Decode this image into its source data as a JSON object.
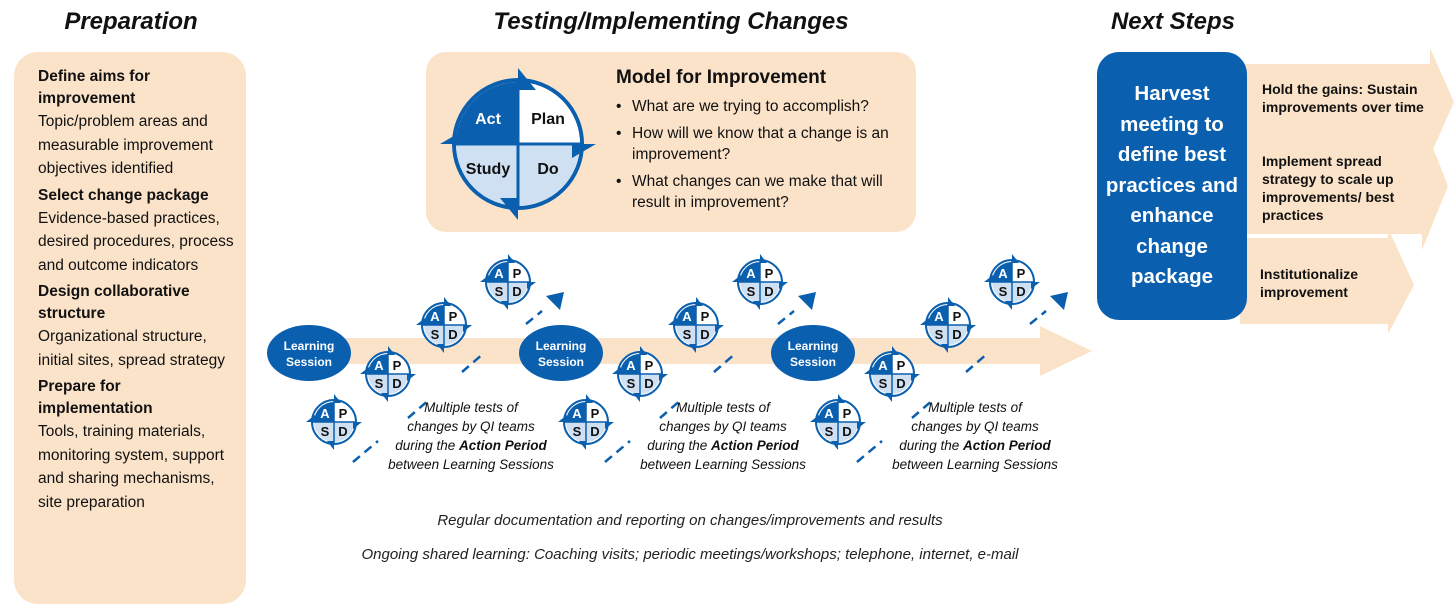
{
  "titles": {
    "preparation": "Preparation",
    "testing": "Testing/Implementing Changes",
    "next_steps": "Next Steps"
  },
  "preparation": [
    {
      "heading": "Define aims for improvement",
      "text": "Topic/problem areas and measurable improvement objectives identified"
    },
    {
      "heading": "Select change package",
      "text": "Evidence-based practices, desired procedures, process and outcome indicators"
    },
    {
      "heading": "Design collaborative structure",
      "text": "Organizational structure, initial sites, spread strategy"
    },
    {
      "heading": "Prepare for implementation",
      "text": "Tools, training materials, monitoring system, support and sharing mechanisms, site preparation"
    }
  ],
  "model": {
    "title": "Model for Improvement",
    "questions": [
      "What are we trying to accomplish?",
      "How will we know that a change is an improvement?",
      "What changes can we make that will result in improvement?"
    ],
    "cycle": {
      "act": "Act",
      "plan": "Plan",
      "study": "Study",
      "do": "Do"
    }
  },
  "mini_cycle": {
    "a": "A",
    "p": "P",
    "s": "S",
    "d": "D"
  },
  "learning_session": [
    "Learning",
    "Session"
  ],
  "action_period": {
    "line1": "Multiple tests of",
    "line2": "changes by QI teams",
    "line3_pre": "during the ",
    "line3_bold": "Action Period",
    "line4": "between Learning Sessions"
  },
  "harvest": "Harvest meeting to define best practices and enhance change package",
  "next_steps": [
    "Hold the gains: Sustain improvements over time",
    "Implement spread strategy to scale up improvements/ best practices",
    "Institutionalize improvement"
  ],
  "bottom": {
    "documentation": "Regular documentation and reporting on changes/improvements and results",
    "learning": "Ongoing shared learning: Coaching visits; periodic meetings/workshops; telephone, internet, e-mail"
  },
  "colors": {
    "peach": "#fbe3c9",
    "blue": "#0a5fae",
    "light_blue": "#cfe0f2"
  }
}
